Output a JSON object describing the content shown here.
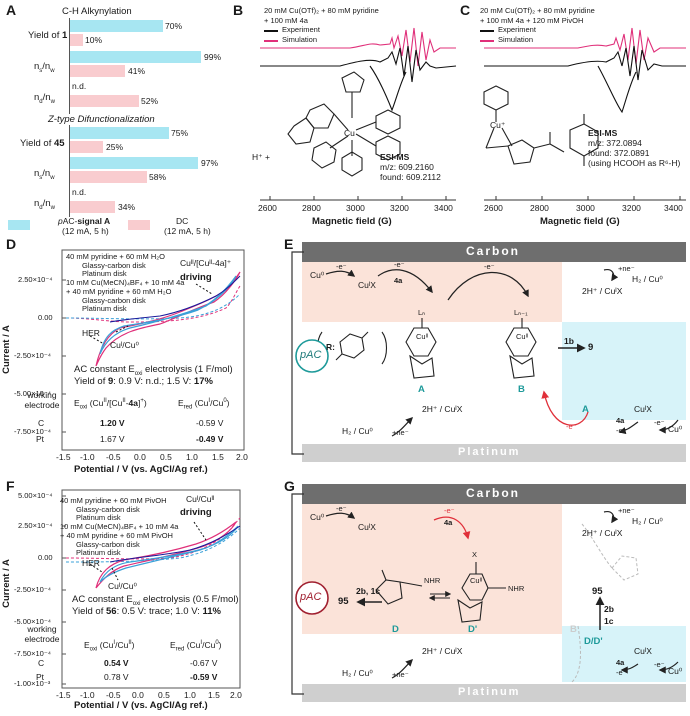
{
  "panels": {
    "A": "A",
    "B": "B",
    "C": "C",
    "D": "D",
    "E": "E",
    "F": "F",
    "G": "G"
  },
  "panelA": {
    "section1_title": "C-H Alkynylation",
    "section2_title": "Z-type Difunctionalization",
    "rows1": [
      {
        "label": "Yield of 1",
        "pac": "70%",
        "dc": "10%"
      },
      {
        "label": "n_s/n_w",
        "pac": "99%",
        "dc": "41%"
      },
      {
        "label": "n_d/n_w",
        "pac": "n.d.",
        "dc": "52%"
      }
    ],
    "rows2": [
      {
        "label": "Yield of 45",
        "pac": "75%",
        "dc": "25%"
      },
      {
        "label": "n_s/n_w",
        "pac": "97%",
        "dc": "58%"
      },
      {
        "label": "n_d/n_w",
        "pac": "n.d.",
        "dc": "34%"
      }
    ],
    "legend_pac": "pAC-signal A",
    "legend_pac_sub": "(12 mA, 5 h)",
    "legend_dc": "DC",
    "legend_dc_sub": "(12 mA, 5 h)",
    "colors": {
      "pac": "#a7e6f2",
      "dc": "#f9cccf"
    }
  },
  "panelB": {
    "cond1": "20 mM Cu(OTf)₂ + 80 mM pyridine",
    "cond2": "+ 100 mM 4a",
    "legend_exp": "Experiment",
    "legend_sim": "Simulation",
    "esi_title": "ESI-MS",
    "esi_calc": "m/z: 609.2160",
    "esi_found": "found: 609.2112",
    "hplus": "H⁺ +",
    "cu": "Cu",
    "x_label": "Magnetic field (G)",
    "x_ticks": [
      "2600",
      "2800",
      "3000",
      "3200",
      "3400"
    ]
  },
  "panelC": {
    "cond1": "20 mM Cu(OTf)₂ + 80 mM pyridine",
    "cond2": "+ 100 mM 4a + 120 mM PivOH",
    "legend_exp": "Experiment",
    "legend_sim": "Simulation",
    "esi_title": "ESI-MS",
    "esi_calc": "m/z: 372.0894",
    "esi_found": "found: 372.0891",
    "esi_note": "(using HCOOH as R⁶-H)",
    "cu": "Cu⁺",
    "nh": "N",
    "x_label": "Magnetic field (G)",
    "x_ticks": [
      "2600",
      "2800",
      "3000",
      "3200",
      "3400"
    ]
  },
  "panelD": {
    "legend": [
      "40 mM pyridine + 60 mM H₂O",
      "Glassy-carbon disk",
      "Platinum disk",
      "10 mM Cu(MeCN)₄BF₄ + 10 mM 4a",
      "+ 40 mM pyridine + 60 mM H₂O",
      "Glassy-carbon disk",
      "Platinum disk"
    ],
    "y_label": "Current / A",
    "x_label": "Potential / V (vs. AgCl/Ag ref.)",
    "y_ticks": [
      "2.50×10⁻⁴",
      "0.00",
      "-2.50×10⁻⁴",
      "-5.00×10⁻⁴",
      "-7.50×10⁻⁴"
    ],
    "x_ticks": [
      "-1.5",
      "-1.0",
      "-0.5",
      "0.0",
      "0.5",
      "1.0",
      "1.5",
      "2.0"
    ],
    "ann_couple": "Cuᴵᴵ/[Cuᴵᴵ-4a]⁺",
    "ann_driving": "driving",
    "ann_her": "HER",
    "ann_cu": "Cuᴵ/Cu⁰",
    "text1": "AC constant E_oxi electrolysis (1 F/mol)",
    "text2": "Yield of 9: 0.9 V: n.d.; 1.5 V: 17%",
    "table_head0": "working electrode",
    "table_head1": "E_oxi (Cuᴵᴵ/[Cuᴵᴵ-4a]⁺)",
    "table_head2": "E_red (Cuᴵ/Cu⁰)",
    "row_c": [
      "C",
      "1.20 V",
      "-0.59 V"
    ],
    "row_pt": [
      "Pt",
      "1.67 V",
      "-0.49 V"
    ]
  },
  "panelF": {
    "legend": [
      "40 mM pyridine + 60 mM PivOH",
      "Glassy-carbon disk",
      "Platinum disk",
      "10 mM Cu(MeCN)₄BF₄ + 10 mM 4a",
      "+ 40 mM pyridine + 60 mM PivOH",
      "Glassy-carbon disk",
      "Platinum disk"
    ],
    "y_label": "Current / A",
    "x_label": "Potential / V (vs. AgCl/Ag ref.)",
    "y_ticks": [
      "5.00×10⁻⁴",
      "2.50×10⁻⁴",
      "0.00",
      "-2.50×10⁻⁴",
      "-5.00×10⁻⁴",
      "-7.50×10⁻⁴",
      "-1.00×10⁻³"
    ],
    "x_ticks": [
      "-1.5",
      "-1.0",
      "-0.5",
      "0.0",
      "0.5",
      "1.0",
      "1.5",
      "2.0"
    ],
    "ann_couple": "Cuᴵ/Cuᴵᴵ",
    "ann_driving": "driving",
    "ann_her": "HER",
    "ann_cu": "Cuᴵ/Cu⁰",
    "text1": "AC constant E_oxi electrolysis (0.5 F/mol)",
    "text2": "Yield of 56: 0.5 V: trace; 1.0 V: 11%",
    "table_head0": "working electrode",
    "table_head1": "E_oxi (Cuᴵ/Cuᴵᴵ)",
    "table_head2": "E_red (Cuᴵ/Cu⁰)",
    "row_c": [
      "C",
      "0.54 V",
      "-0.67 V"
    ],
    "row_pt": [
      "Pt",
      "0.78 V",
      "-0.59 V"
    ]
  },
  "panelE": {
    "carbon": "Carbon",
    "platinum": "Platinum",
    "pac": "pAC",
    "cu0": "Cu⁰",
    "e1": "-e⁻",
    "cuix": "CuᴵX",
    "e2": "-e⁻",
    "sub4a": "4a",
    "e3": "-e⁻",
    "ne_top": "+ne⁻",
    "h2_top": "H₂ / Cu⁰",
    "h_top": "2H⁺ / CuᴵX",
    "ln": "Lₙ",
    "ln1": "Lₙ₋₁",
    "cu2": "Cuᴵᴵ",
    "r_label": "R:",
    "nr": "N",
    "r": "R",
    "lbl_A": "A",
    "lbl_B": "B",
    "to9": "1b",
    "prod9": "9",
    "h_bot": "2H⁺ / CuᴵX",
    "h2_bot": "H₂ / Cu⁰",
    "ne_bot": "+ne⁻",
    "e_red": "-e⁻",
    "lbl_A2": "A",
    "cuix2": "CuᴵX",
    "sub4a2": "4a",
    "e4": "-e⁻",
    "e5": "-e⁻",
    "cu0_2": "Cu⁰"
  },
  "panelG": {
    "carbon": "Carbon",
    "platinum": "Platinum",
    "pac": "pAC",
    "cu0": "Cu⁰",
    "e1": "-e⁻",
    "cuix": "CuᴵX",
    "e2": "-e⁻",
    "sub4a": "4a",
    "ne_top": "+ne⁻",
    "h2_top": "H₂ / Cu⁰",
    "h_top": "2H⁺ / CuᴵX",
    "x": "X",
    "cu2": "Cuᴵᴵ",
    "nhr": "NHR",
    "lbl_D": "D",
    "lbl_Dp": "D'",
    "lbl_B": "B",
    "to95": "2b, 1c",
    "prod95": "95",
    "prod95b": "95",
    "side_2b": "2b",
    "side_1c": "1c",
    "dd": "D/D'",
    "h_bot": "2H⁺ / CuᴵX",
    "h2_bot": "H₂ / Cu⁰",
    "ne_bot": "+ne⁻",
    "cuix2": "CuᴵX",
    "sub4a2": "4a",
    "e4": "-e⁻",
    "e5": "-e⁻",
    "cu0_2": "Cu⁰"
  }
}
